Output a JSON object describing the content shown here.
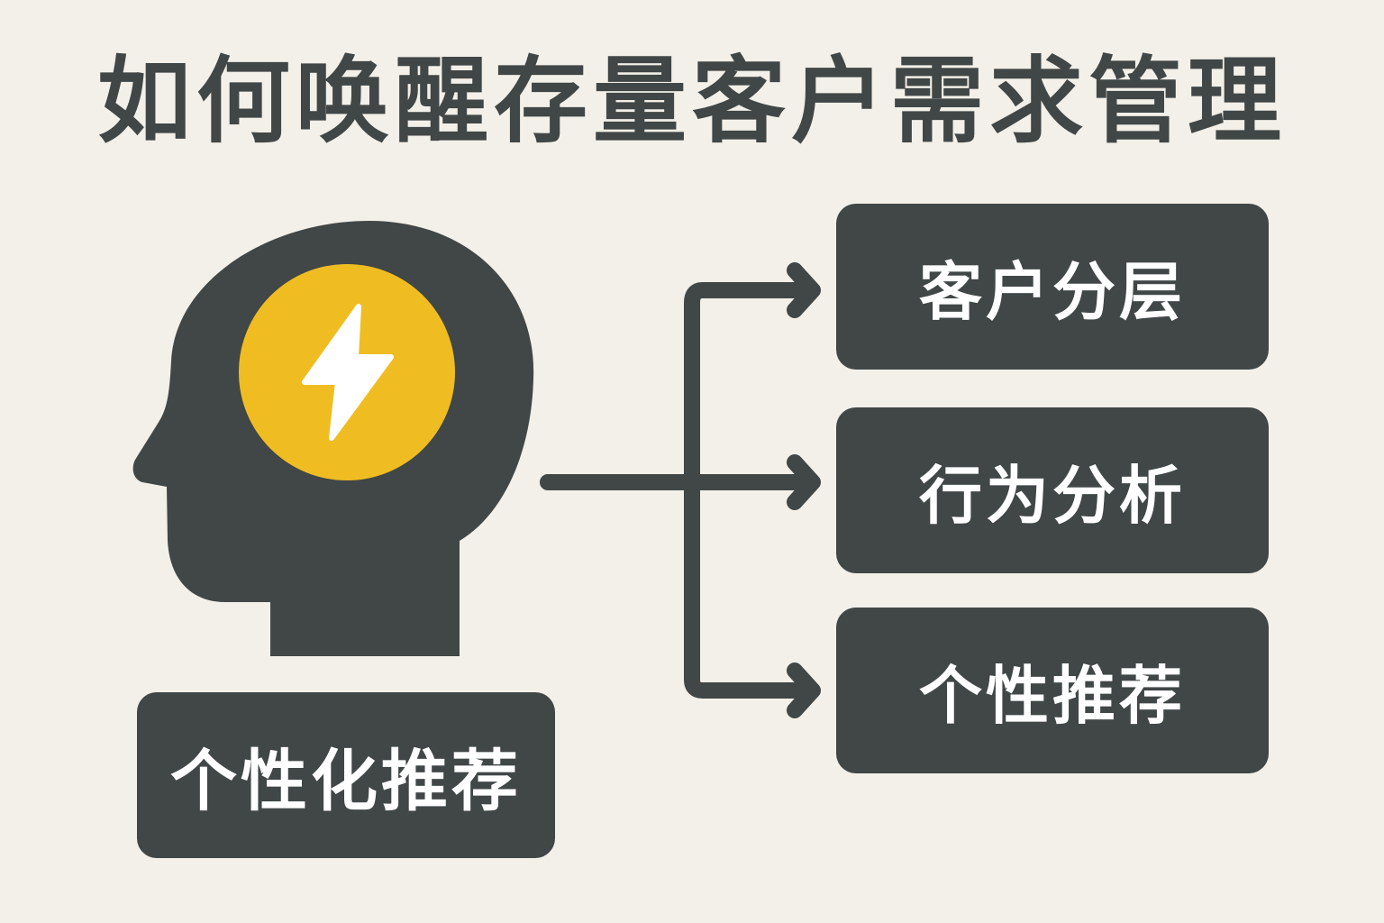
{
  "title": "如何唤醒存量客户需求管理",
  "head_caption": "个性化推荐",
  "steps": [
    {
      "label": "客户分层"
    },
    {
      "label": "行为分析"
    },
    {
      "label": "个性推荐"
    }
  ],
  "colors": {
    "background": "#f2f0e9",
    "dark": "#414646",
    "accent": "#efbd22",
    "text_on_dark": "#ffffff"
  },
  "icons": [
    "head-silhouette-icon",
    "lightning-bolt-icon",
    "arrow-right-icon"
  ]
}
